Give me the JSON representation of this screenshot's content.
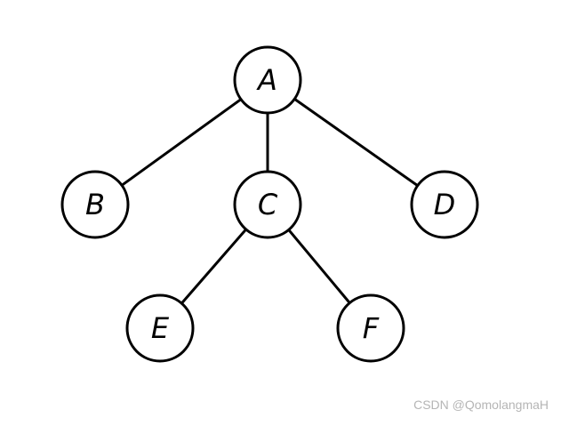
{
  "tree": {
    "nodes": [
      {
        "id": "A",
        "label": "A"
      },
      {
        "id": "B",
        "label": "B"
      },
      {
        "id": "C",
        "label": "C"
      },
      {
        "id": "D",
        "label": "D"
      },
      {
        "id": "E",
        "label": "E"
      },
      {
        "id": "F",
        "label": "F"
      }
    ],
    "edges": [
      {
        "from": "A",
        "to": "B"
      },
      {
        "from": "A",
        "to": "C"
      },
      {
        "from": "A",
        "to": "D"
      },
      {
        "from": "C",
        "to": "E"
      },
      {
        "from": "C",
        "to": "F"
      }
    ]
  },
  "watermark": {
    "text": "CSDN @QomolangmaH"
  }
}
